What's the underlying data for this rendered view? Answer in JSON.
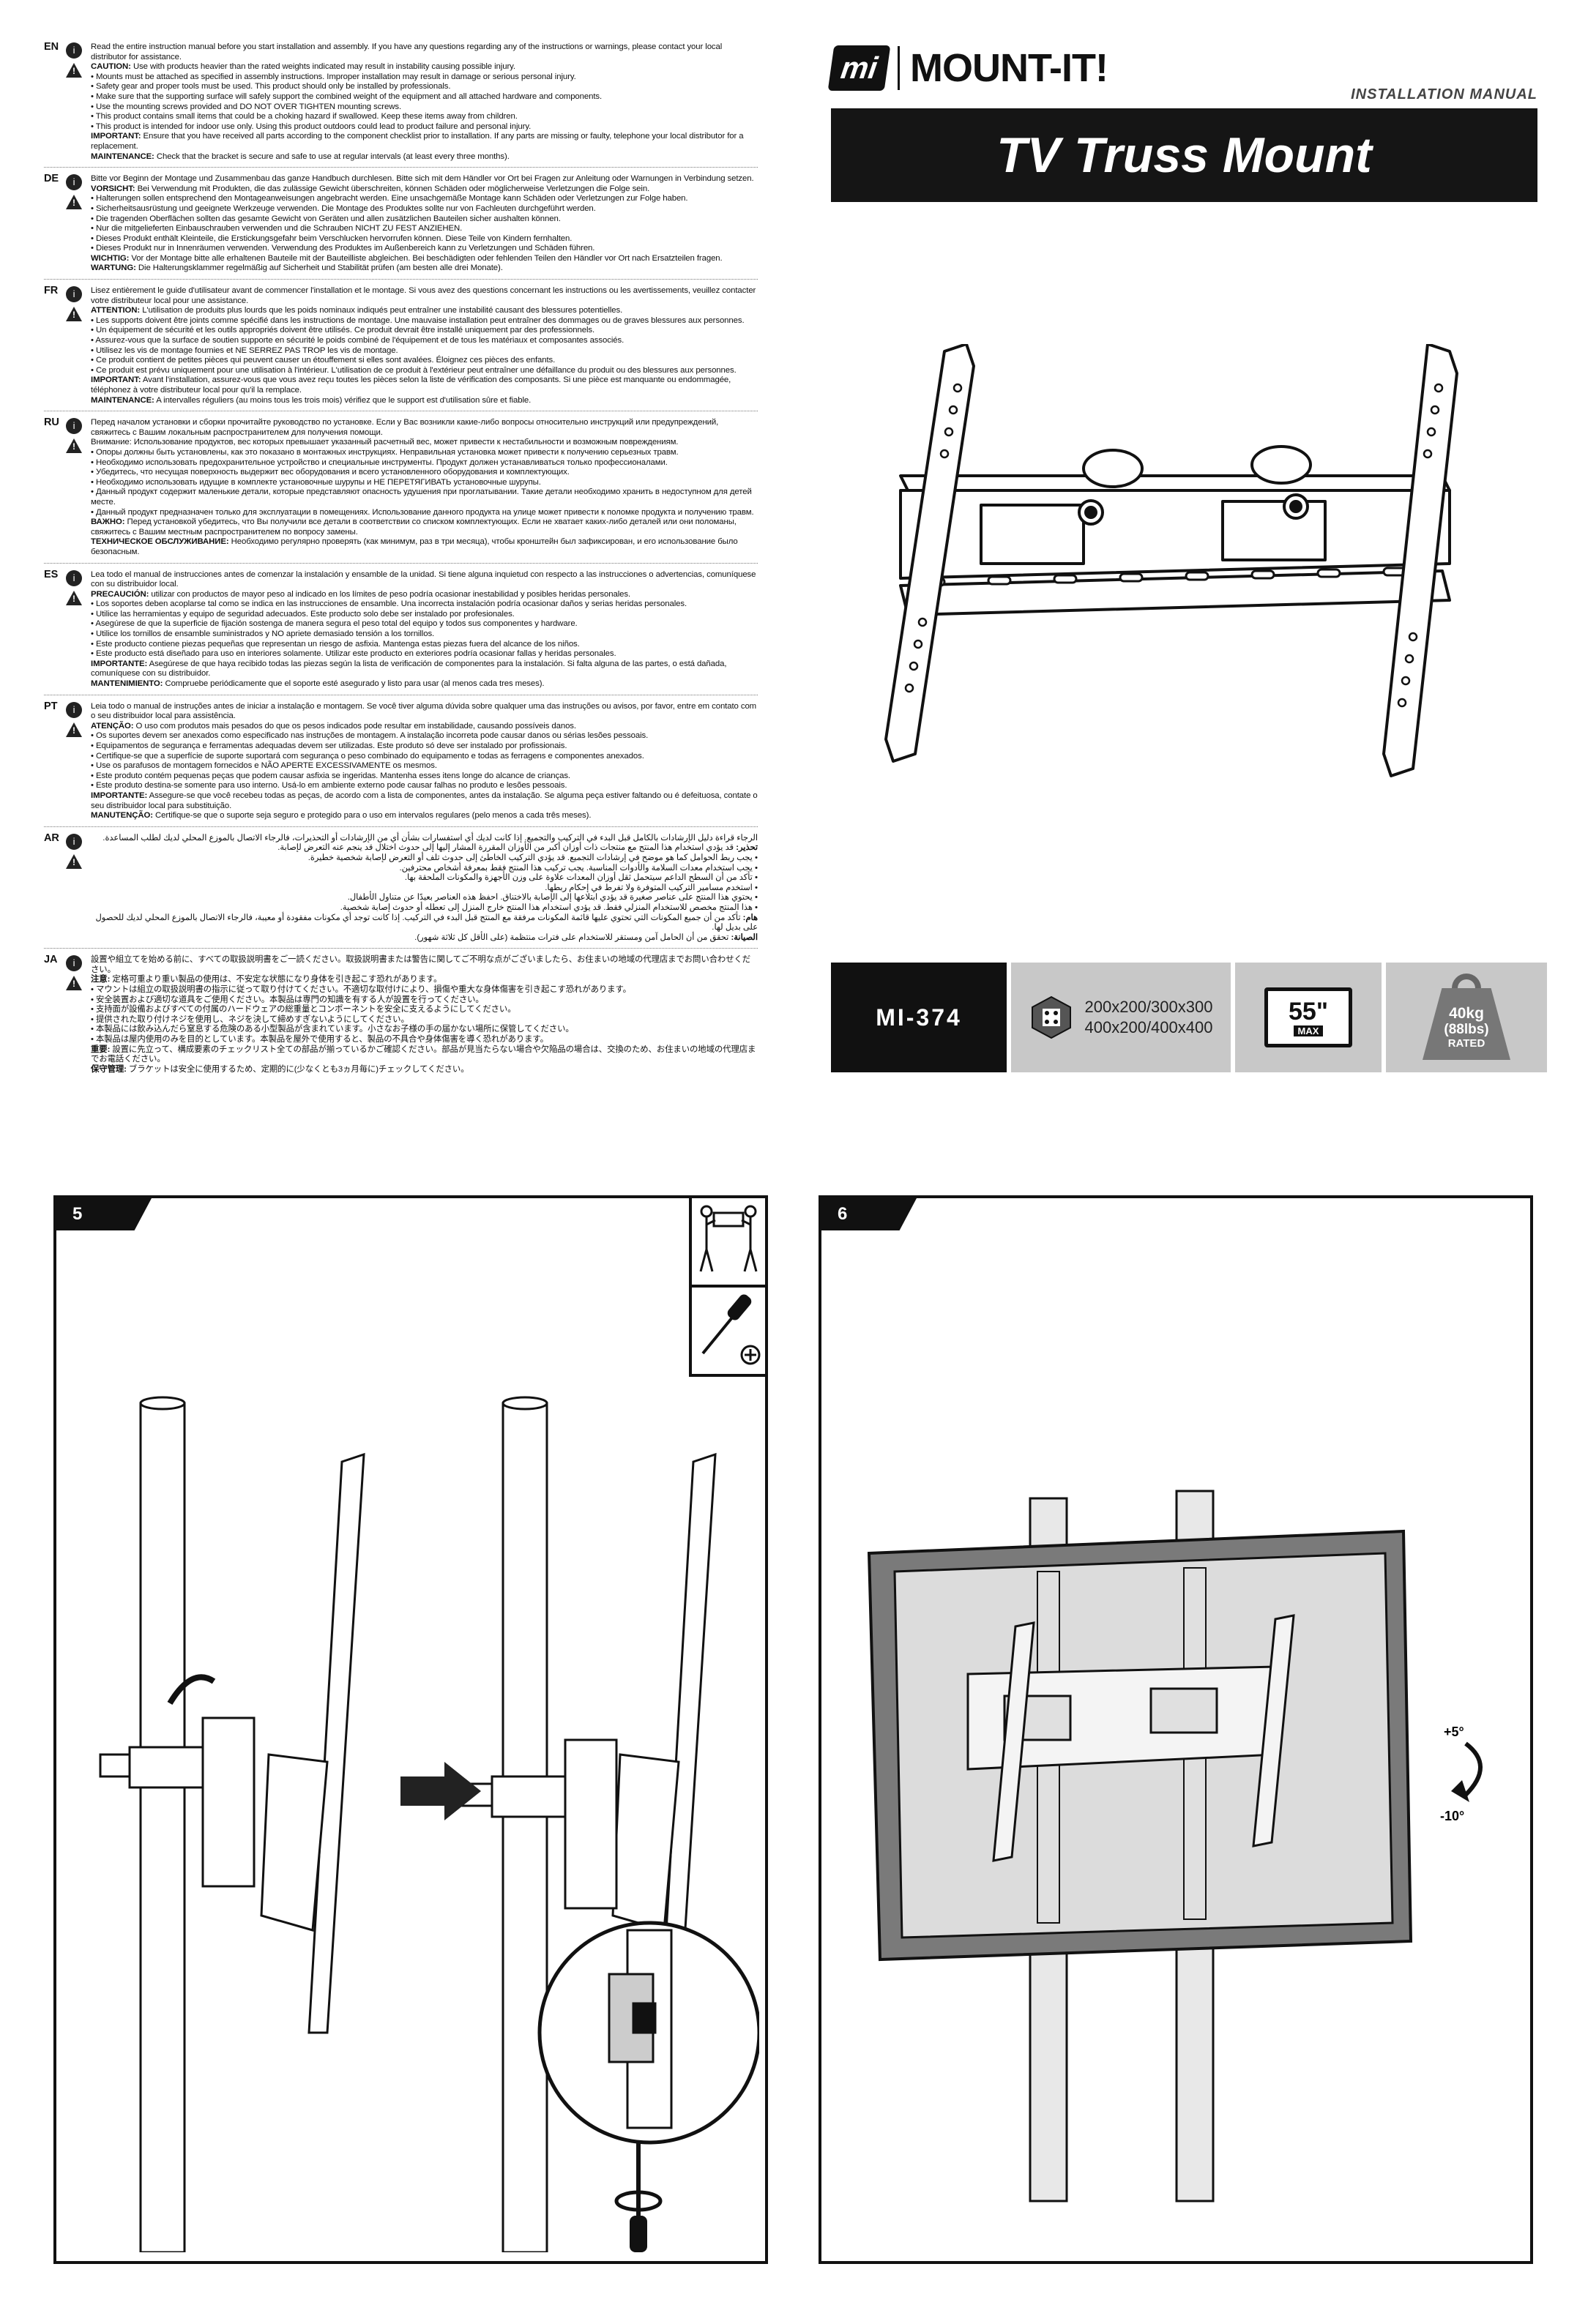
{
  "header": {
    "logo_mark": "mi",
    "brand": "MOUNT-IT!",
    "subtitle": "INSTALLATION MANUAL",
    "product_title": "TV Truss Mount"
  },
  "languages": [
    {
      "code": "EN",
      "paragraphs": [
        "Read the entire instruction manual before you start installation and assembly. If you have any questions regarding any of the instructions or warnings, please contact your local distributor for assistance.",
        "CAUTION: Use with products heavier than the rated weights indicated may result in instability causing possible injury.",
        "• Mounts must be attached as specified in assembly instructions. Improper installation may result in damage or serious personal injury.",
        "• Safety gear and proper tools must be used. This product should only be installed by professionals.",
        "• Make sure that the supporting surface will safely support the combined weight of the equipment and all attached hardware and components.",
        "• Use the mounting screws provided and DO NOT OVER TIGHTEN mounting screws.",
        "• This product contains small items that could be a choking hazard if swallowed. Keep these items away from children.",
        "• This product is intended for indoor use only. Using this product outdoors could lead to product failure and personal injury.",
        "IMPORTANT: Ensure that you have received all parts according to the component checklist prior to installation. If any parts are missing or faulty, telephone your local distributor for a replacement.",
        "MAINTENANCE: Check that the bracket is secure and safe to use at regular intervals (at least every three months)."
      ]
    },
    {
      "code": "DE",
      "paragraphs": [
        "Bitte vor Beginn der Montage und Zusammenbau das ganze Handbuch durchlesen. Bitte sich mit dem Händler vor Ort bei Fragen zur Anleitung oder Warnungen in Verbindung setzen.",
        "VORSICHT: Bei Verwendung mit Produkten, die das zulässige Gewicht überschreiten, können Schäden oder möglicherweise Verletzungen die Folge sein.",
        "• Halterungen sollen entsprechend den Montageanweisungen angebracht werden. Eine unsachgemäße Montage kann Schäden oder Verletzungen zur Folge haben.",
        "• Sicherheitsausrüstung und geeignete Werkzeuge verwenden. Die Montage des Produktes sollte nur von Fachleuten durchgeführt werden.",
        "• Die tragenden Oberflächen sollten das gesamte Gewicht von Geräten und allen zusätzlichen Bauteilen sicher aushalten können.",
        "• Nur die mitgelieferten Einbauschrauben verwenden und die Schrauben NICHT ZU FEST ANZIEHEN.",
        "• Dieses Produkt enthält Kleinteile, die Erstickungsgefahr beim Verschlucken hervorrufen können. Diese Teile von Kindern fernhalten.",
        "• Dieses Produkt nur in Innenräumen verwenden. Verwendung des Produktes im Außenbereich kann zu Verletzungen und Schäden führen.",
        "WICHTIG: Vor der Montage bitte alle erhaltenen Bauteile mit der Bauteilliste abgleichen. Bei beschädigten oder fehlenden Teilen den Händler vor Ort nach Ersatzteilen fragen.",
        "WARTUNG: Die Halterungsklammer regelmäßig auf Sicherheit und Stabilität prüfen (am besten alle drei Monate)."
      ]
    },
    {
      "code": "FR",
      "paragraphs": [
        "Lisez entièrement le guide d'utilisateur avant de commencer l'installation et le montage. Si vous avez des questions concernant les instructions ou les avertissements, veuillez contacter votre distributeur local pour une assistance.",
        "ATTENTION: L'utilisation de produits plus lourds que les poids nominaux indiqués peut entraîner une instabilité causant des blessures potentielles.",
        "• Les supports doivent être joints comme spécifié dans les instructions de montage. Une mauvaise installation peut entraîner des dommages ou de graves blessures aux personnes.",
        "• Un équipement de sécurité et les outils appropriés doivent être utilisés. Ce produit devrait être installé uniquement par des professionnels.",
        "• Assurez-vous que la surface de soutien supporte en sécurité le poids combiné de l'équipement et de tous les matériaux et composantes associés.",
        "• Utilisez les vis de montage fournies et NE SERREZ PAS TROP les vis de montage.",
        "• Ce produit contient de petites pièces qui peuvent causer un étouffement si elles sont avalées. Éloignez ces pièces des enfants.",
        "• Ce produit est prévu uniquement pour une utilisation à l'intérieur. L'utilisation de ce produit à l'extérieur peut entraîner une défaillance du produit ou des blessures aux personnes.",
        "IMPORTANT: Avant l'installation, assurez-vous que vous avez reçu toutes les pièces selon la liste de vérification des composants. Si une pièce est manquante ou endommagée, téléphonez à votre distributeur local pour qu'il la remplace.",
        "MAINTENANCE: A intervalles réguliers (au moins tous les trois mois) vérifiez que le support est d'utilisation sûre et fiable."
      ]
    },
    {
      "code": "RU",
      "paragraphs": [
        "Перед началом установки и сборки прочитайте руководство по установке. Если у Вас возникли какие-либо вопросы относительно инструкций или предупреждений, свяжитесь с Вашим локальным распространителем для получения помощи.",
        "Внимание: Использование продуктов, вес которых превышает указанный расчетный вес, может привести к нестабильности и возможным повреждениям.",
        "• Опоры должны быть установлены, как это показано в монтажных инструкциях. Неправильная установка может привести к получению серьезных травм.",
        "• Необходимо использовать предохранительное устройство и специальные инструменты. Продукт должен устанавливаться только профессионалами.",
        "• Убедитесь, что несущая поверхность выдержит вес оборудования и всего установленного оборудования и комплектующих.",
        "• Необходимо использовать идущие в комплекте установочные шурупы и НЕ ПЕРЕТЯГИВАТЬ установочные шурупы.",
        "• Данный продукт содержит маленькие детали, которые представляют опасность удушения при проглатывании. Такие детали необходимо хранить в недоступном для детей месте.",
        "• Данный продукт предназначен только для эксплуатации в помещениях. Использование данного продукта на улице может привести к поломке продукта и получению травм.",
        "ВАЖНО: Перед установкой убедитесь, что Вы получили все детали в соответствии со списком комплектующих. Если не хватает каких-либо деталей или они поломаны, свяжитесь с Вашим местным распространителем по вопросу замены.",
        "ТЕХНИЧЕСКОЕ ОБСЛУЖИВАНИЕ: Необходимо регулярно проверять (как минимум, раз в три месяца), чтобы кронштейн был зафиксирован, и его использование было безопасным."
      ]
    },
    {
      "code": "ES",
      "paragraphs": [
        "Lea todo el manual de instrucciones antes de comenzar la instalación y ensamble de la unidad. Si tiene alguna inquietud con respecto a las instrucciones o advertencias, comuníquese con su distribuidor local.",
        "PRECAUCIÓN: utilizar con productos de mayor peso al indicado en los límites de peso podría ocasionar inestabilidad y posibles heridas personales.",
        "• Los soportes deben acoplarse tal como se indica en las instrucciones de ensamble. Una incorrecta instalación podría ocasionar daños y serias heridas personales.",
        "• Utilice las herramientas y equipo de seguridad adecuados. Este producto solo debe ser instalado por profesionales.",
        "• Asegúrese de que la superficie de fijación sostenga de manera segura el peso total del equipo y todos sus componentes y hardware.",
        "• Utilice los tornillos de ensamble suministrados y NO apriete demasiado tensión a los tornillos.",
        "• Este producto contiene piezas pequeñas que representan un riesgo de asfixia. Mantenga estas piezas fuera del alcance de los niños.",
        "• Este producto está diseñado para uso en interiores solamente. Utilizar este producto en exteriores podría ocasionar fallas y heridas personales.",
        "IMPORTANTE: Asegúrese de que haya recibido todas las piezas según la lista de verificación de componentes para la instalación. Si falta alguna de las partes, o está dañada, comuníquese con su distribuidor.",
        "MANTENIMIENTO: Compruebe periódicamente que el soporte esté asegurado y listo para usar (al menos cada tres meses)."
      ]
    },
    {
      "code": "PT",
      "paragraphs": [
        "Leia todo o manual de instruções antes de iniciar a instalação e montagem. Se você tiver alguma dúvida sobre qualquer uma das instruções ou avisos, por favor, entre em contato com o seu distribuidor local para assistência.",
        "ATENÇÃO: O uso com produtos mais pesados do que os pesos indicados pode resultar em instabilidade, causando possíveis danos.",
        "• Os suportes devem ser anexados como especificado nas instruções de montagem. A instalação incorreta pode causar danos ou sérias lesões pessoais.",
        "• Equipamentos de segurança e ferramentas adequadas devem ser utilizadas. Este produto só deve ser instalado por profissionais.",
        "• Certifique-se que a superfície de suporte suportará com segurança o peso combinado do equipamento e todas as ferragens e componentes anexados.",
        "• Use os parafusos de montagem fornecidos e NÃO APERTE EXCESSIVAMENTE os mesmos.",
        "• Este produto contém pequenas peças que podem causar asfixia se ingeridas. Mantenha esses itens longe do alcance de crianças.",
        "• Este produto destina-se somente para uso interno. Usá-lo em ambiente externo pode causar falhas no produto e lesões pessoais.",
        "IMPORTANTE: Assegure-se que você recebeu todas as peças, de acordo com a lista de componentes, antes da instalação. Se alguma peça estiver faltando ou é defeituosa, contate o seu distribuidor local para substituição.",
        "MANUTENÇÃO: Certifique-se que o suporte seja seguro e protegido para o uso em intervalos regulares (pelo menos a cada três meses)."
      ]
    },
    {
      "code": "AR",
      "rtl": true,
      "paragraphs": [
        "الرجاء قراءة دليل الإرشادات بالكامل قبل البدء في التركيب والتجميع. إذا كانت لديك أي استفسارات بشأن أي من الإرشادات أو التحذيرات، فالرجاء الاتصال بالموزع المحلي لديك لطلب المساعدة.",
        "تحذير: قد يؤدي استخدام هذا المنتج مع منتجات ذات أوزان أكبر من الأوزان المقررة المشار إليها إلى حدوث اختلال قد ينجم عنه التعرض لإصابة.",
        "• يجب ربط الحوامل كما هو موضح في إرشادات التجميع. قد يؤدي التركيب الخاطئ إلى حدوث تلف أو التعرض لإصابة شخصية خطيرة.",
        "• يجب استخدام معدات السلامة والأدوات المناسبة. يجب تركيب هذا المنتج فقط بمعرفة أشخاص محترفين.",
        "• تأكد من أن السطح الداعم سيتحمل ثقل أوزان المعدات علاوة على وزن الأجهزة والمكونات الملحقة بها.",
        "• استخدم مسامير التركيب المتوفرة ولا تفرط في إحكام ربطها.",
        "• يحتوي هذا المنتج على عناصر صغيرة قد يؤدي ابتلاعها إلى الإصابة بالاختناق. احفظ هذه العناصر بعيدًا عن متناول الأطفال.",
        "• هذا المنتج مخصص للاستخدام المنزلي فقط. قد يؤدي استخدام هذا المنتج خارج المنزل إلى تعطله أو حدوث إصابة شخصية.",
        "هام: تأكد من أن جميع المكونات التي تحتوي عليها قائمة المكونات مرفقة مع المنتج قبل البدء في التركيب. إذا كانت توجد أي مكونات مفقودة أو معيبة، فالرجاء الاتصال بالموزع المحلي لديك للحصول على بديل لها.",
        "الصيانة: تحقق من أن الحامل آمن ومستقر للاستخدام على فترات منتظمة (على الأقل كل ثلاثة شهور)."
      ]
    },
    {
      "code": "JA",
      "paragraphs": [
        "設置や組立てを始める前に、すべての取扱説明書をご一読ください。取扱説明書または警告に関してご不明な点がございましたら、お住まいの地域の代理店までお問い合わせください。",
        "注意: 定格可重より重い製品の使用は、不安定な状態になり身体を引き起こす恐れがあります。",
        "• マウントは組立の取扱説明書の指示に従って取り付けてください。不適切な取付けにより、損傷や重大な身体傷害を引き起こす恐れがあります。",
        "• 安全装置および適切な道具をご使用ください。本製品は専門の知識を有する人が設置を行ってください。",
        "• 支持面が設備およびすべての付属のハードウェアの総重量とコンポーネントを安全に支えるようにしてください。",
        "• 提供された取り付けネジを使用し、ネジを決して締めすぎないようにしてください。",
        "• 本製品には飲み込んだら窒息する危険のある小型製品が含まれています。小さなお子様の手の届かない場所に保管してください。",
        "• 本製品は屋内使用のみを目的としています。本製品を屋外で使用すると、製品の不具合や身体傷害を導く恐れがあります。",
        "重要: 設置に先立って、構成要素のチェックリスト全ての部品が揃っているかご確認ください。部品が見当たらない場合や欠陥品の場合は、交換のため、お住まいの地域の代理店までお電話ください。",
        "保守管理: ブラケットは安全に使用するため、定期的に(少なくとも3ヵ月毎に)チェックしてください。"
      ]
    }
  ],
  "specs": {
    "model": "MI-374",
    "vesa_line1": "200x200/300x300",
    "vesa_line2": "400x200/400x400",
    "max_size": "55\"",
    "max_label": "MAX",
    "weight_kg": "40kg",
    "weight_lbs": "(88lbs)",
    "weight_label": "RATED"
  },
  "steps": [
    {
      "number": "5"
    },
    {
      "number": "6",
      "tilt_up": "+5°",
      "tilt_down": "-10°"
    }
  ],
  "colors": {
    "dark": "#111111",
    "spec_grey": "#c8c8c8",
    "tv_frame": "#7a7a7a",
    "tv_screen": "#dcdcdc"
  },
  "icons": [
    "two-person-lift-icon",
    "phillips-screwdriver-icon",
    "rotate-arrow-icon",
    "vesa-pattern-icon",
    "tv-size-icon",
    "weight-icon"
  ]
}
